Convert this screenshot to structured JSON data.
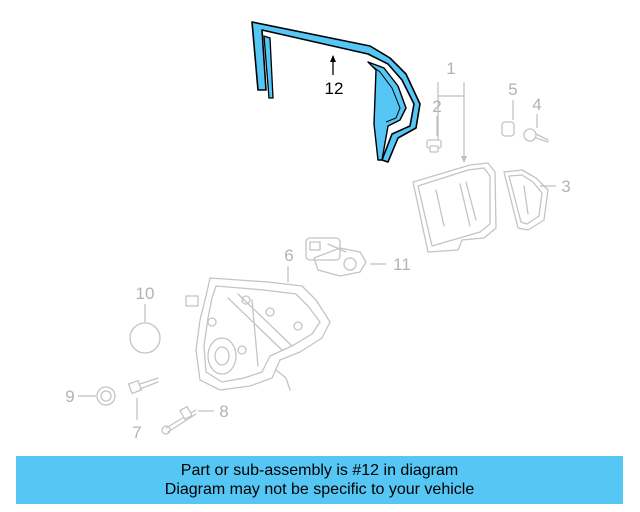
{
  "diagram": {
    "highlight_color": "#56c6f5",
    "muted_color": "#b3b3b3",
    "callouts": [
      {
        "number": "1",
        "part": "rear-door-glass"
      },
      {
        "number": "2",
        "part": "glass-clip"
      },
      {
        "number": "3",
        "part": "quarter-glass"
      },
      {
        "number": "4",
        "part": "screw"
      },
      {
        "number": "5",
        "part": "retainer"
      },
      {
        "number": "6",
        "part": "window-regulator-panel"
      },
      {
        "number": "7",
        "part": "bolt"
      },
      {
        "number": "8",
        "part": "push-pin"
      },
      {
        "number": "9",
        "part": "plug"
      },
      {
        "number": "10",
        "part": "seal"
      },
      {
        "number": "11",
        "part": "window-motor"
      },
      {
        "number": "12",
        "part": "glass-run-channel",
        "highlighted": true
      }
    ]
  },
  "banner": {
    "line1": "Part or sub-assembly is #12 in diagram",
    "line2": "Diagram may not be specific to your vehicle",
    "background": "#56c6f5"
  }
}
